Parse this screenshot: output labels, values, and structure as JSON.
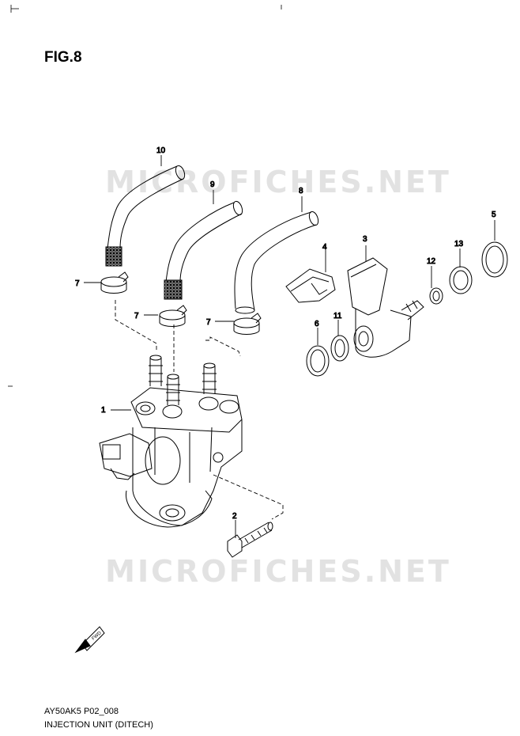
{
  "figure_label": "FIG.8",
  "watermark_text": "MICROFICHES.NET",
  "footer": {
    "code": "AY50AK5 P02_008",
    "title": "INJECTION UNIT (DITECH)"
  },
  "callouts": {
    "c1": "1",
    "c2": "2",
    "c3": "3",
    "c4": "4",
    "c5": "5",
    "c6": "6",
    "c7a": "7",
    "c7b": "7",
    "c7c": "7",
    "c8": "8",
    "c9": "9",
    "c10": "10",
    "c11": "11",
    "c12": "12",
    "c13": "13"
  },
  "fwd_icon": "front-arrow-icon"
}
